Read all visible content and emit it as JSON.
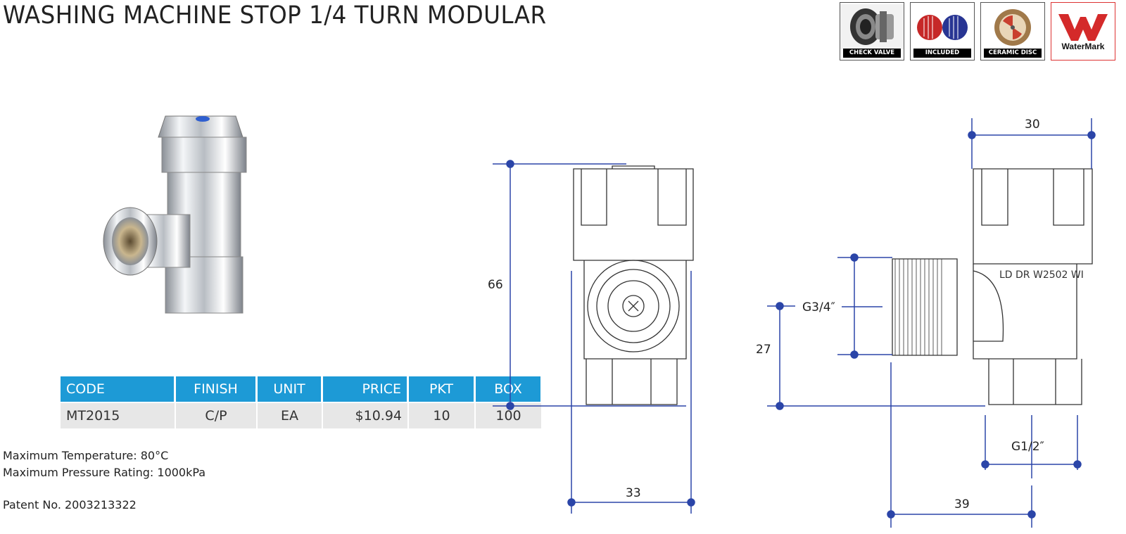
{
  "title": "WASHING MACHINE STOP 1/4 TURN MODULAR",
  "badges": [
    {
      "label": "CHECK VALVE",
      "icon": "check-valve-icon"
    },
    {
      "label": "INCLUDED",
      "icon": "hot-cold-caps-icon"
    },
    {
      "label": "CERAMIC DISC",
      "icon": "ceramic-disc-icon"
    },
    {
      "label": "WaterMark",
      "icon": "watermark-logo-icon"
    }
  ],
  "table": {
    "headers": [
      "CODE",
      "FINISH",
      "UNIT",
      "PRICE",
      "PKT",
      "BOX"
    ],
    "row": [
      "MT2015",
      "C/P",
      "EA",
      "$10.94",
      "10",
      "100"
    ],
    "header_color": "#1d9ad6"
  },
  "notes": {
    "max_temp": "Maximum Temperature: 80°C",
    "max_pressure": "Maximum Pressure Rating: 1000kPa",
    "patent": "Patent No. 2003213322"
  },
  "dimensions": {
    "front_height": "66",
    "front_width": "33",
    "side_top_width": "30",
    "side_inlet_thread": "G3/4″",
    "side_inlet_height": "27",
    "side_outlet_thread": "G1/2″",
    "side_total_width": "39",
    "side_marking": "LD DR W2502 WI"
  },
  "colors": {
    "dimension_line": "#2b45a8",
    "accent": "#1d9ad6"
  }
}
